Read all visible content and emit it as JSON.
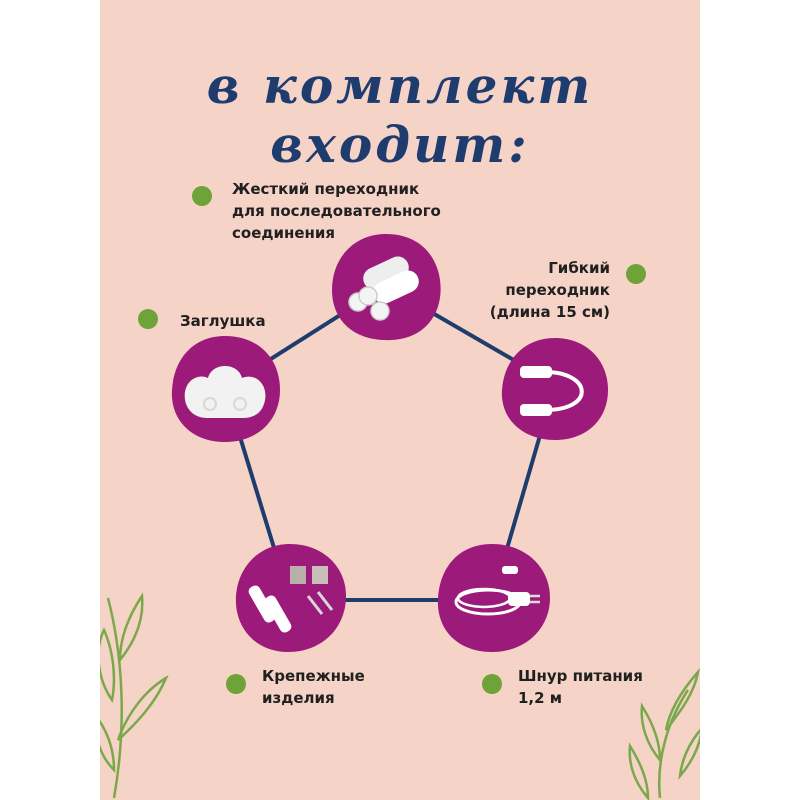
{
  "title": "в комплект входит:",
  "items": [
    {
      "label": "Жесткий переходник\nдля последовательного\nсоединения",
      "icon": "rigid-connector-icon"
    },
    {
      "label": "Гибкий\nпереходник\n(длина 15 см)",
      "icon": "flexible-connector-icon"
    },
    {
      "label": "Шнур питания\n1,2 м",
      "icon": "power-cord-icon"
    },
    {
      "label": "Крепежные\nизделия",
      "icon": "fasteners-icon"
    },
    {
      "label": "Заглушка",
      "icon": "end-cap-icon"
    }
  ],
  "colors": {
    "background": "#f5d3c7",
    "title": "#1f3c6e",
    "blob": "#9c1b7a",
    "lines": "#1f3c6e",
    "dots": "#6ea33a",
    "leaves": "#7aa84a"
  }
}
